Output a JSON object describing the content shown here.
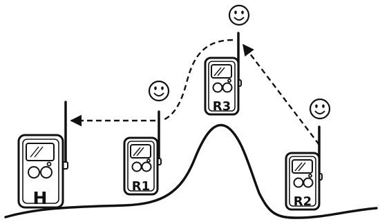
{
  "devices": [
    {
      "id": "H",
      "label": "H"
    },
    {
      "id": "R1",
      "label": "R1"
    },
    {
      "id": "R3",
      "label": "R3"
    },
    {
      "id": "R2",
      "label": "R2"
    }
  ],
  "links": [
    {
      "from": "R2",
      "to": "R3"
    },
    {
      "from": "R3",
      "to": "R1"
    },
    {
      "from": "R1",
      "to": "H"
    }
  ],
  "signal_indicator_icon": "smiley-face-icon",
  "colors": {
    "ink": "#111111",
    "background": "#ffffff"
  }
}
